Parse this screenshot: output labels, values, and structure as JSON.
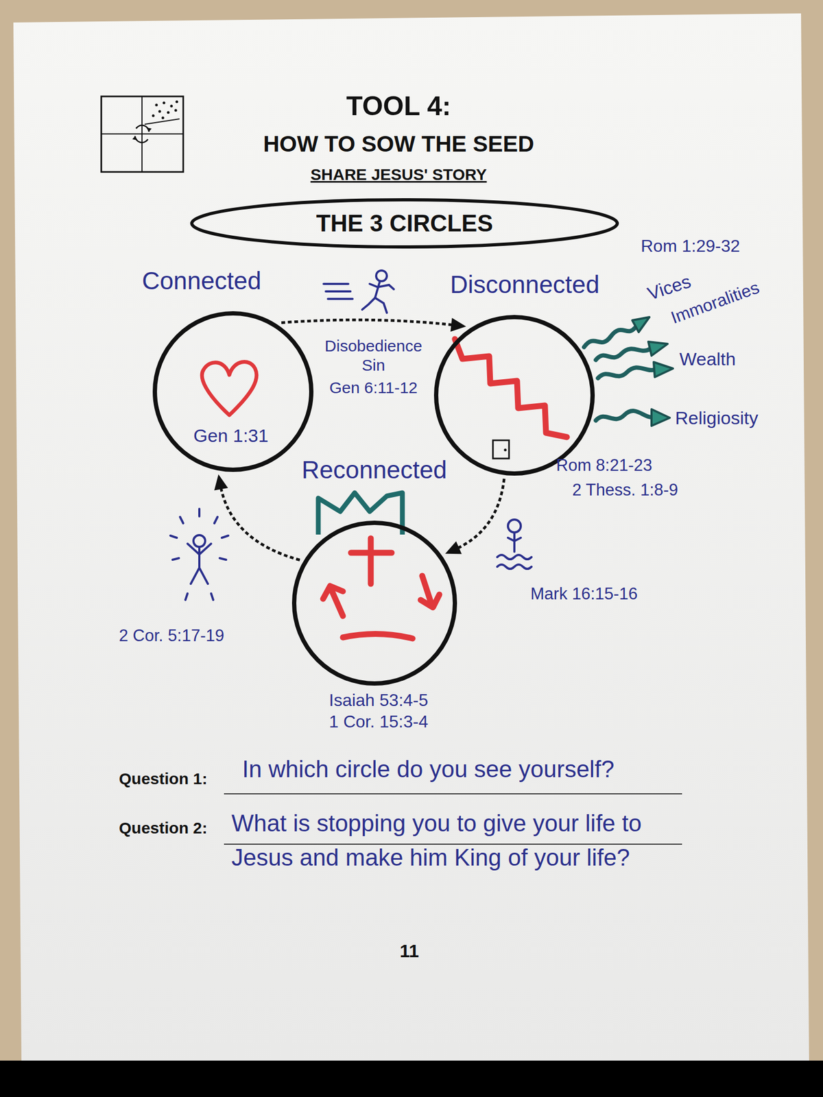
{
  "diagram": {
    "title": "TOOL 4:",
    "nodes": [
      {
        "text": [
          "THE 3 CIRCLES"
        ]
      },
      {
        "text": [
          "Connected",
          "Gen 1:31"
        ]
      },
      {
        "text": [
          "Disconnected"
        ]
      },
      {
        "text": [
          "Reconnected"
        ]
      }
    ],
    "edges": [
      {
        "from": 1,
        "to": 2,
        "arrow": "to",
        "label": "Disobedience Sin"
      },
      {
        "from": 2,
        "to": 3,
        "arrow": "to"
      },
      {
        "from": 3,
        "to": 1,
        "arrow": "to"
      }
    ],
    "labels": [
      "HOW TO SOW THE SEED",
      "SHARE JESUS' STORY",
      "Gen 6:11-12",
      "Rom 1:29-32",
      "Vices",
      "Immoralities",
      "Wealth",
      "Religiosity",
      "Rom 8:21-23",
      "2 Thess. 1:8-9",
      "Mark 16:15-16",
      "2 Cor. 5:17-19",
      "Isaiah 53:4-5",
      "1 Cor. 15:3-4",
      "Question 1:",
      "In which circle do you see yourself?",
      "Question 2:",
      "What is stopping you to give your life to Jesus and make him King of your life?",
      "11"
    ]
  }
}
